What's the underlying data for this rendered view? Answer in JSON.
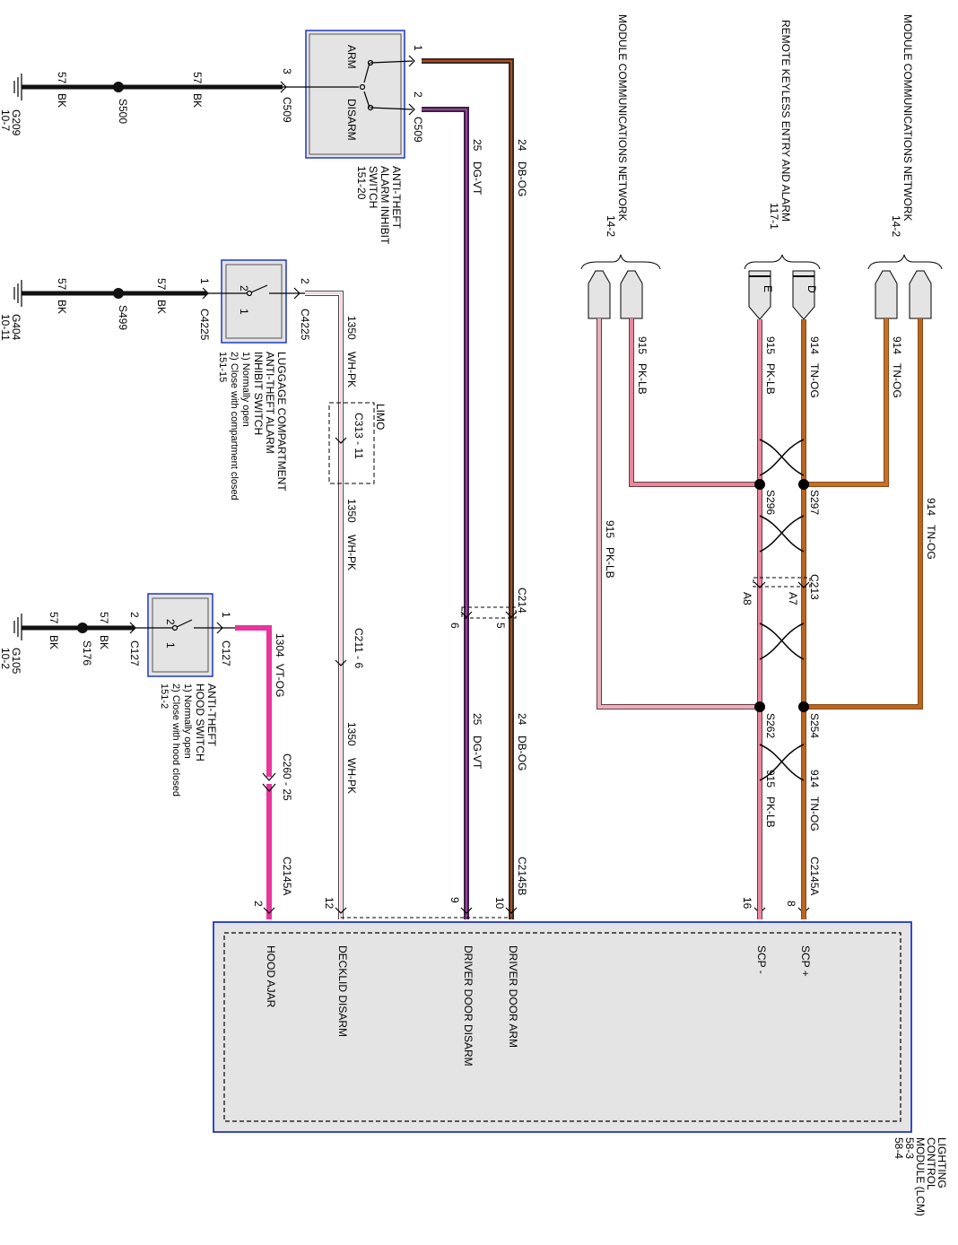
{
  "colors": {
    "bk": "#111111",
    "db_og": "#3a2a22",
    "og_stripe": "#d9541e",
    "dg_vt": "#3c2145",
    "vt_stripe": "#b64fb4",
    "wh_pk": "#ffffff",
    "pk_stripe": "#f0a0b4",
    "vt_og": "#e8359e",
    "pk_lb": "#e7889c",
    "pk_lb_dark": "#6b3a40",
    "tn_og": "#b96522",
    "tn_og_dark": "#8a4a16",
    "box_blue": "#2136c4",
    "box_fill": "#e4e4e4"
  },
  "texts": {
    "g209": "G209",
    "g209_ref": "10-7",
    "s500": "S500",
    "w57": "57",
    "bk": "BK",
    "p3": "3",
    "c509": "C509",
    "arm": "ARM",
    "disarm": "DISARM",
    "p1": "1",
    "p2": "2",
    "anti_theft": "ANTI-THEFT",
    "alarm_inhibit": "ALARM INHIBIT",
    "switch": "SWITCH",
    "ref_151_20": "151-20",
    "w25": "25",
    "dg_vt": "DG-VT",
    "w24": "24",
    "db_og": "DB-OG",
    "g404": "G404",
    "g404_ref": "10-11",
    "s499": "S499",
    "c4225": "C4225",
    "sw_2": "2",
    "sw_1": "1",
    "luggage": "LUGGAGE COMPARTMENT",
    "anti_theft_alarm": "ANTI-THEFT ALARM",
    "inhibit_switch": "INHIBIT SWITCH",
    "normally_open": "1) Normally open",
    "close_compartment": "2) Close with compartment closed",
    "ref_151_15": "151-15",
    "w1350": "1350",
    "wh_pk": "WH-PK",
    "limo": "LIMO",
    "c313_11": "C313 - 11",
    "c211_6": "C211 - 6",
    "g105": "G105",
    "g105_ref": "10-2",
    "s176": "S176",
    "c127": "C127",
    "hood_switch": "HOOD SWITCH",
    "close_hood": "2) Close with hood closed",
    "ref_151_2": "151-2",
    "w1304": "1304",
    "vt_og": "VT-OG",
    "c260_25": "C260 - 25",
    "c2145a": "C2145A",
    "c2145b": "C2145B",
    "c214": "C214",
    "p5": "5",
    "p6": "6",
    "p9": "9",
    "p10": "10",
    "p12": "12",
    "p16": "16",
    "p8": "8",
    "hood_ajar": "HOOD AJAR",
    "decklid_disarm": "DECKLID DISARM",
    "driver_door_disarm": "DRIVER DOOR DISARM",
    "driver_door_arm": "DRIVER DOOR ARM",
    "scp_minus": "SCP -",
    "scp_plus": "SCP +",
    "lighting": "LIGHTING",
    "control": "CONTROL",
    "module_lcm": "MODULE (LCM)",
    "ref_58_3": "58-3",
    "ref_58_4": "58-4",
    "mcn": "MODULE COMMUNICATIONS NETWORK",
    "ref_14_2": "14-2",
    "rke": "REMOTE KEYLESS ENTRY AND ALARM",
    "ref_117_1": "117-1",
    "conn_e": "E",
    "conn_d": "D",
    "w915": "915",
    "pk_lb": "PK-LB",
    "w914": "914",
    "tn_og": "TN-OG",
    "s296": "S296",
    "s297": "S297",
    "s262": "S262",
    "s254": "S254",
    "c213": "C213",
    "a7": "A7",
    "a8": "A8"
  }
}
